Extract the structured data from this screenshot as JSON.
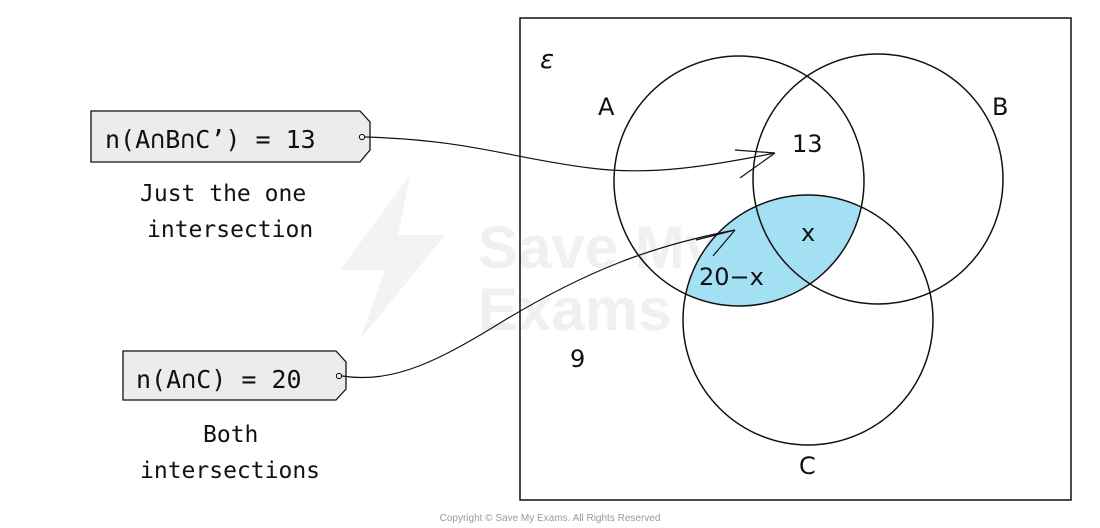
{
  "colors": {
    "shade": "#a3e0f3",
    "tag_fill": "#ececec",
    "ink": "#111111"
  },
  "watermark": {
    "line1": "Save My",
    "line2": "Exams"
  },
  "universal_symbol": "ε",
  "sets": {
    "a": "A",
    "b": "B",
    "c": "C"
  },
  "regions": {
    "ab_only": "13",
    "abc": "x",
    "ac_only": "20−x",
    "outside": "9"
  },
  "tags": {
    "top": {
      "text": "n(A∩B∩C’) = 13",
      "caption_line1": "Just the one",
      "caption_line2": "intersection"
    },
    "bottom": {
      "text": "n(A∩C) = 20",
      "caption_line1": "Both",
      "caption_line2": "intersections"
    }
  },
  "copyright": "Copyright © Save My Exams. All Rights Reserved"
}
